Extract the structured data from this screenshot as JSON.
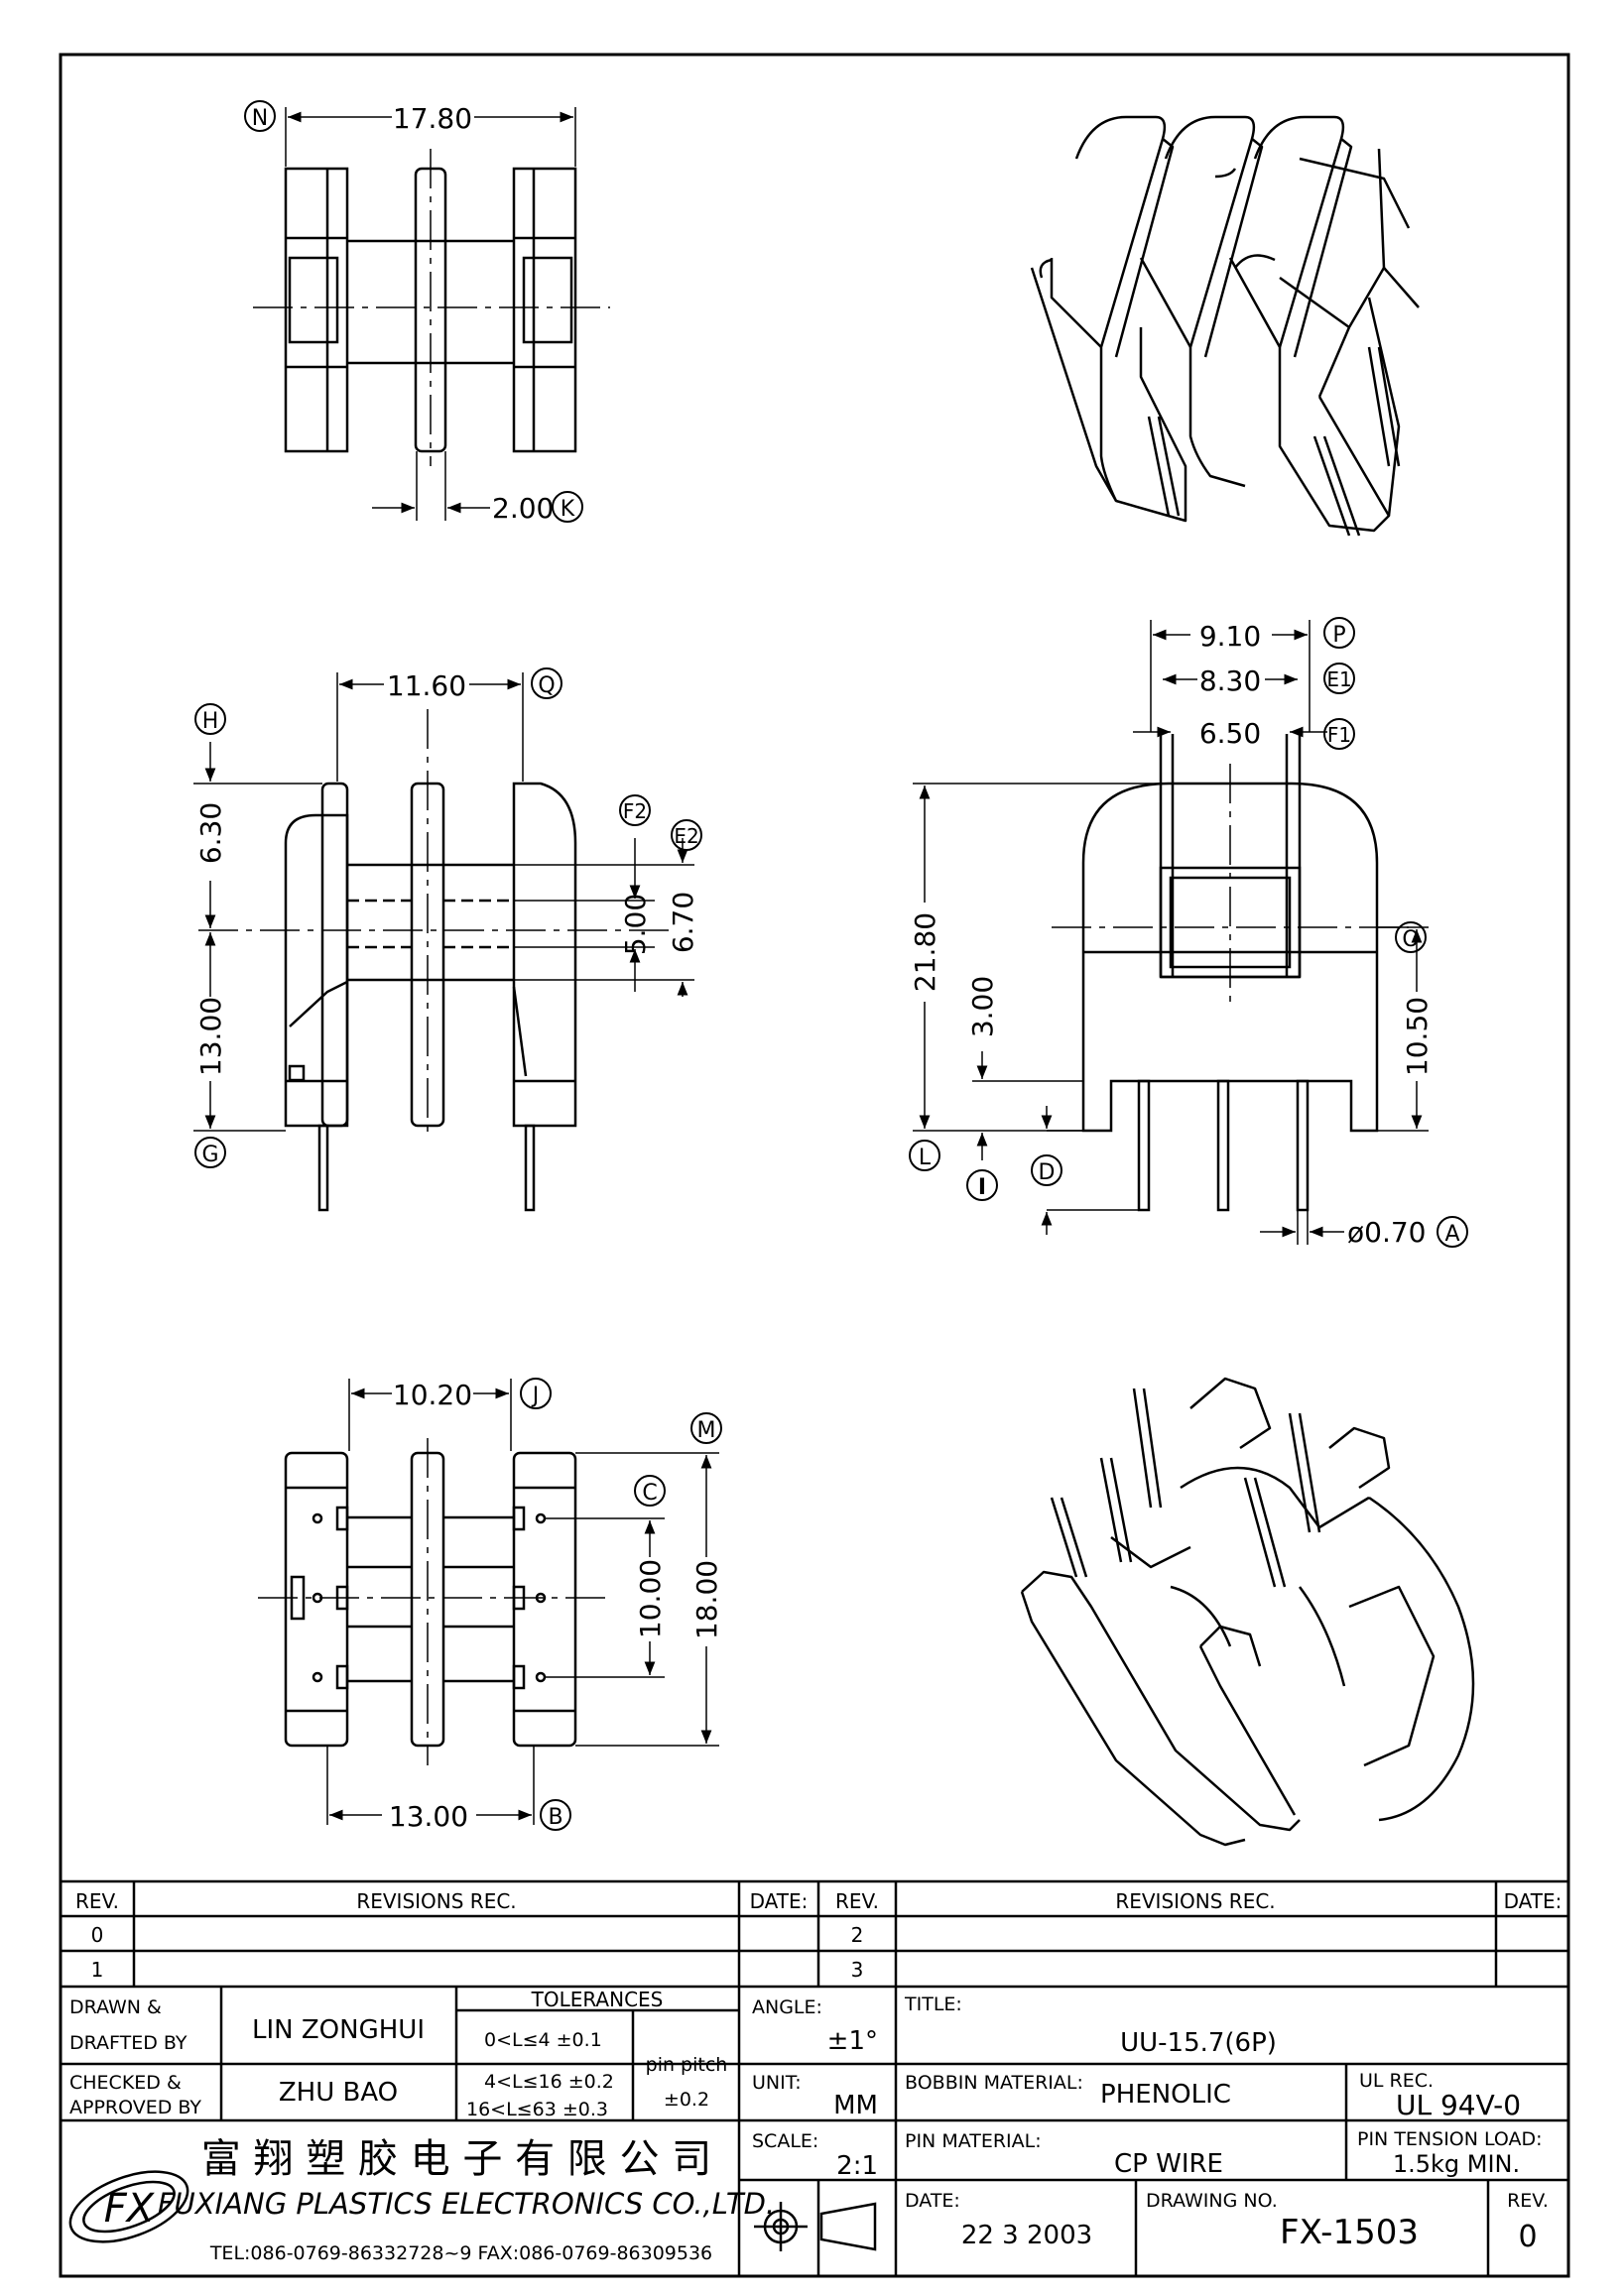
{
  "dimensions": {
    "n_val": "17.80",
    "k_val": "2.00",
    "q_val": "11.60",
    "h_val": "6.30",
    "g_val": "13.00",
    "f2_val": "5.00",
    "e2_val": "6.70",
    "p_val": "9.10",
    "e1_val": "8.30",
    "f1_val": "6.50",
    "total_height": "21.80",
    "i_val": "3.00",
    "o_val": "10.50",
    "a_val": "ø0.70",
    "j_val": "10.20",
    "c_val": "10.00",
    "m_val": "18.00",
    "b_val": "13.00"
  },
  "callouts": {
    "n": "N",
    "k": "K",
    "q": "Q",
    "h": "H",
    "g": "G",
    "f2": "F2",
    "e2": "E2",
    "p": "P",
    "e1": "E1",
    "f1": "F1",
    "o": "O",
    "l": "L",
    "i": "I",
    "d": "D",
    "a": "A",
    "j": "J",
    "m": "M",
    "c": "C",
    "b": "B"
  },
  "revisions": {
    "rev_header": "REV.",
    "rec_header": "REVISIONS   REC.",
    "date_header": "DATE:",
    "rev0": "0",
    "rev1": "1",
    "rev2": "2",
    "rev3": "3"
  },
  "titleblock": {
    "drawn_label_1": "DRAWN  &",
    "drawn_label_2": "DRAFTED  BY",
    "drawn_value": "LIN ZONGHUI",
    "checked_label_1": "CHECKED  &",
    "checked_label_2": "APPROVED  BY",
    "checked_value": "ZHU BAO",
    "tolerances_label": "TOLERANCES",
    "tol_row1": "0<L≤4    ±0.1",
    "tol_row2": "4<L≤16  ±0.2",
    "tol_row3": "16<L≤63  ±0.3",
    "pin_pitch_label": "pin  pitch",
    "pin_pitch_value": "±0.2",
    "angle_label": "ANGLE:",
    "angle_value": "±1°",
    "unit_label": "UNIT:",
    "unit_value": "MM",
    "scale_label": "SCALE:",
    "scale_value": "2:1",
    "title_label": "TITLE:",
    "title_value": "UU-15.7(6P)",
    "bobbin_label": "BOBBIN  MATERIAL:",
    "bobbin_value": "PHENOLIC",
    "ul_label": "UL  REC.",
    "ul_value": "UL  94V-0",
    "pin_material_label": "PIN  MATERIAL:",
    "pin_material_value": "CP  WIRE",
    "pin_tension_label": "PIN  TENSION  LOAD:",
    "pin_tension_value": "1.5kg  MIN.",
    "date_label": "DATE:",
    "date_value": "22  3    2003",
    "drawing_no_label": "DRAWING  NO.",
    "drawing_no_value": "FX-1503",
    "rev_label": "REV.",
    "rev_value": "0",
    "company_cn": "富 翔 塑 胶 电 子 有 限 公 司",
    "company_en": "FUXIANG  PLASTICS  ELECTRONICS  CO.,LTD.",
    "contact": "TEL:086-0769-86332728~9   FAX:086-0769-86309536",
    "logo_text": "FX"
  }
}
